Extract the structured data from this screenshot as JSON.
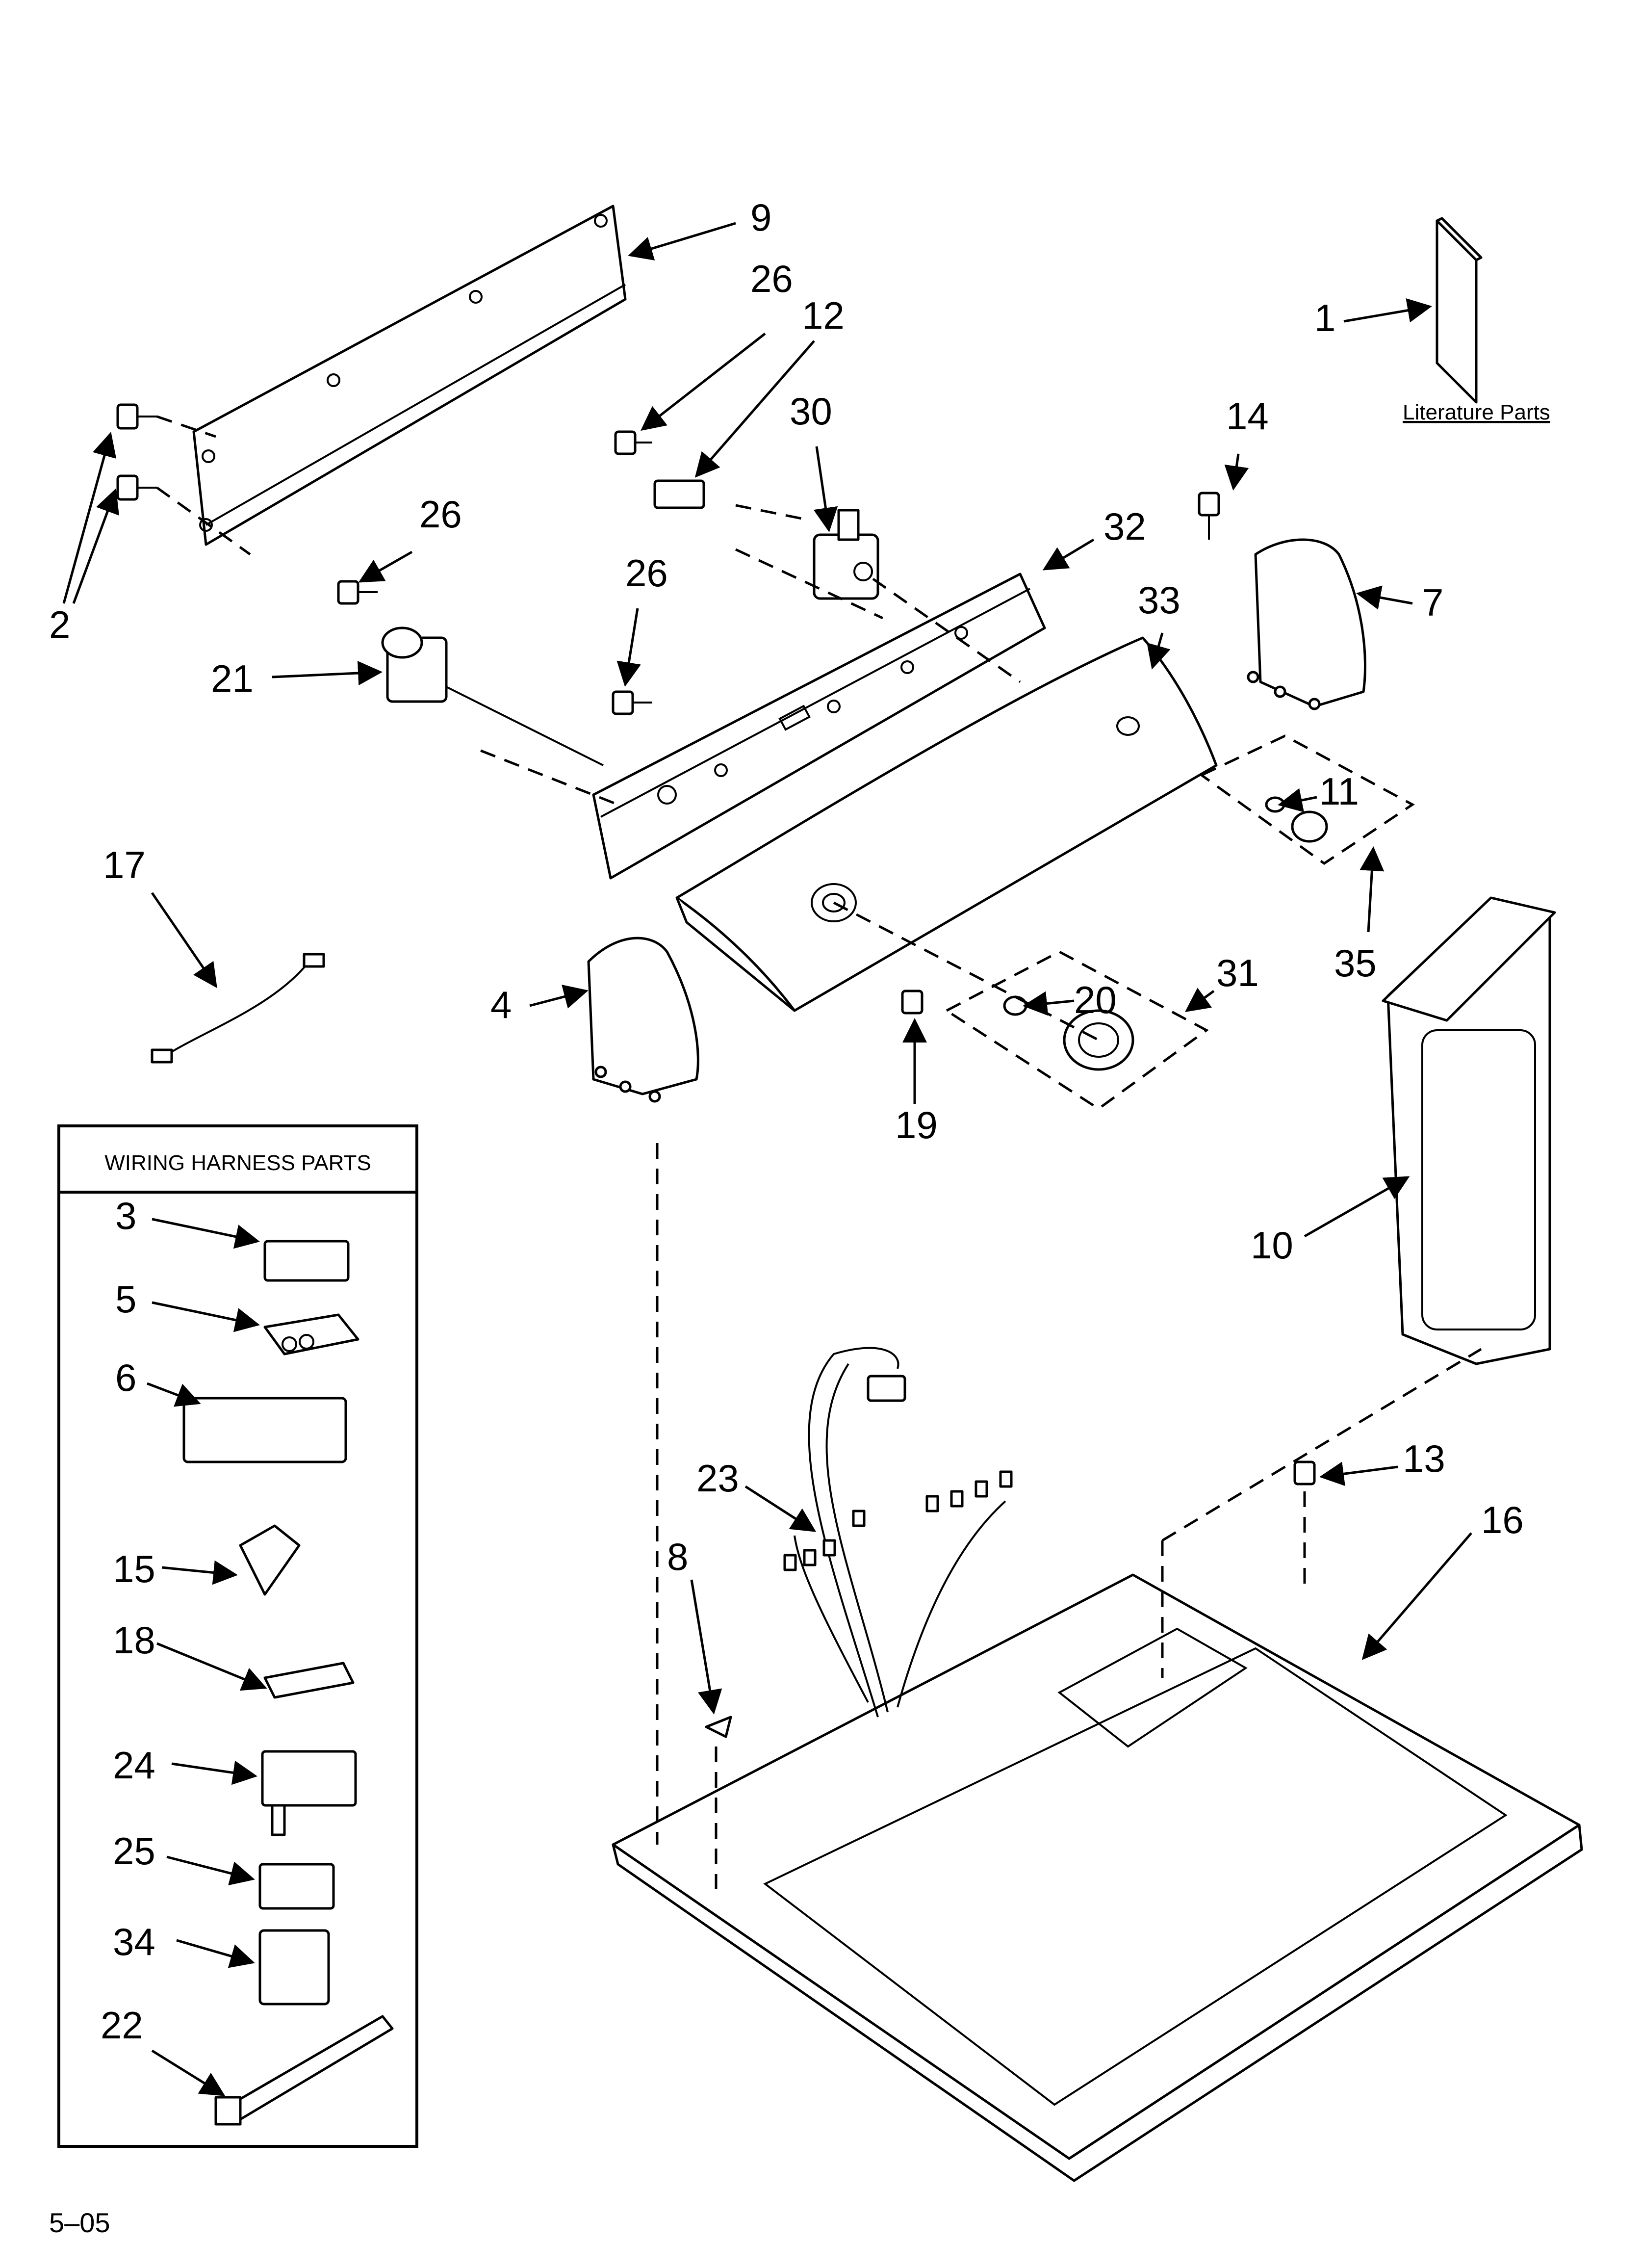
{
  "page": {
    "page_code": "5–05"
  },
  "literature": {
    "label": "Literature Parts"
  },
  "harness_box": {
    "title": "WIRING HARNESS PARTS"
  },
  "callouts": {
    "c1": "1",
    "c2": "2",
    "c3": "3",
    "c4": "4",
    "c5": "5",
    "c6": "6",
    "c7": "7",
    "c8": "8",
    "c9": "9",
    "c10": "10",
    "c11": "11",
    "c12": "12",
    "c13": "13",
    "c14": "14",
    "c15": "15",
    "c16": "16",
    "c17": "17",
    "c18": "18",
    "c19": "19",
    "c20": "20",
    "c21": "21",
    "c22": "22",
    "c23": "23",
    "c24": "24",
    "c25": "25",
    "c26a": "26",
    "c26b": "26",
    "c26c": "26",
    "c30": "30",
    "c31": "31",
    "c32": "32",
    "c33": "33",
    "c34": "34",
    "c35": "35"
  }
}
